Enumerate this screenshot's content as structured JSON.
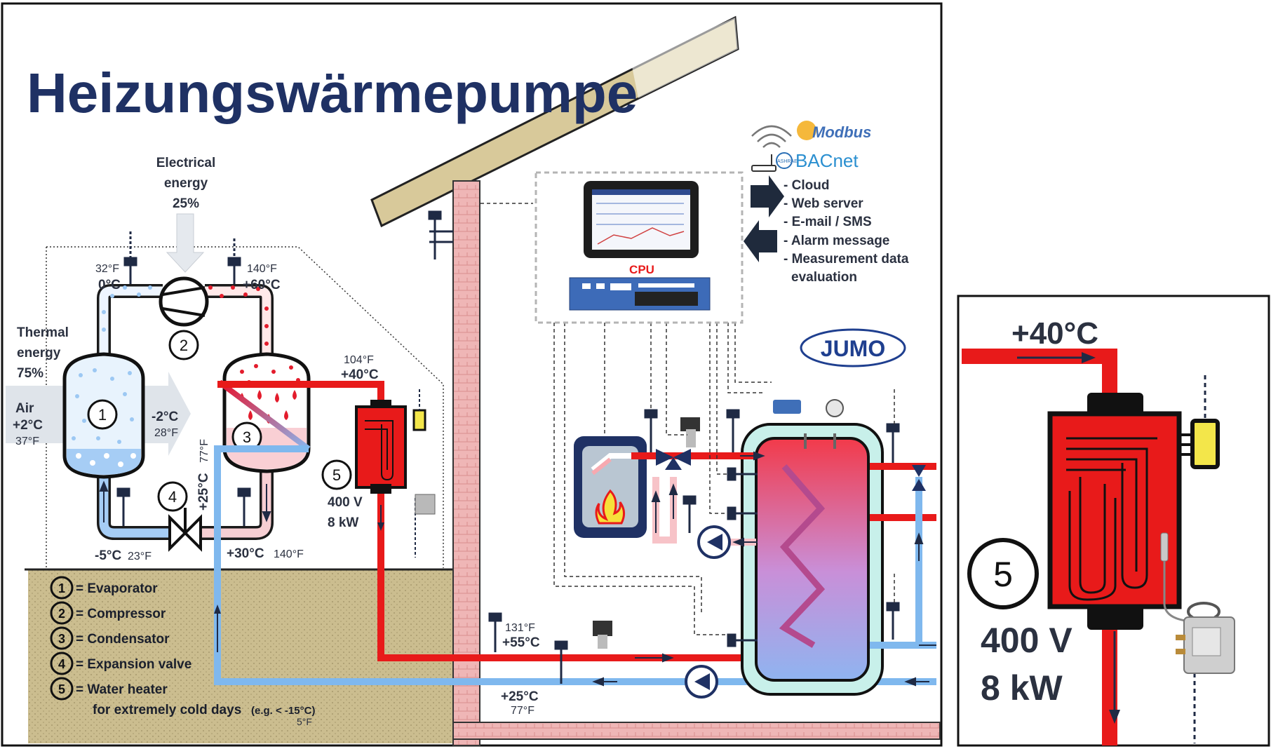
{
  "title": "Heizungswärmepumpe",
  "electrical": {
    "line1": "Electrical",
    "line2": "energy",
    "pct": "25%"
  },
  "thermal": {
    "line1": "Thermal",
    "line2": "energy",
    "pct": "75%"
  },
  "air": {
    "label": "Air",
    "temp_c": "+2°C",
    "temp_f": "37°F"
  },
  "readings": {
    "evap_in_f": "32°F",
    "evap_in_c": "0°C",
    "comp_out_f": "140°F",
    "comp_out_c": "+60°C",
    "evap_mid_c": "-2°C",
    "evap_mid_f": "28°F",
    "exp_out_c": "-5°C",
    "exp_out_f": "23°F",
    "cond_out_c": "+30°C",
    "cond_out_f": "140°F",
    "return_c": "+25°C",
    "return_f": "77°F",
    "flow_f": "104°F",
    "flow_c": "+40°C",
    "supply_f": "131°F",
    "supply_c": "+55°C",
    "bottom_c": "+25°C",
    "bottom_f": "77°F"
  },
  "heater": {
    "number": "5",
    "voltage": "400 V",
    "power": "8 kW"
  },
  "numbers": [
    "1",
    "2",
    "3",
    "4",
    "5"
  ],
  "legend": [
    {
      "num": "1",
      "text": "= Evaporator"
    },
    {
      "num": "2",
      "text": "= Compressor"
    },
    {
      "num": "3",
      "text": "= Condensator"
    },
    {
      "num": "4",
      "text": "= Expansion valve"
    },
    {
      "num": "5",
      "text": "= Water heater"
    }
  ],
  "legend_note": {
    "text": "for extremely cold days",
    "example": "(e.g. < -15°C)",
    "example_f": "5°F"
  },
  "comm": {
    "modbus": "Modbus",
    "bacnet": "BACnet",
    "ashrae": "ASHRAE",
    "cpu": "CPU"
  },
  "services": [
    "- Cloud",
    "- Web server",
    "- E-mail / SMS",
    "- Alarm message",
    "- Measurement data",
    "evaluation"
  ],
  "brand": "JUMO",
  "zoom": {
    "temp": "+40°C",
    "number": "5",
    "voltage": "400 V",
    "power": "8 kW"
  },
  "colors": {
    "title": "#1f3164",
    "hot": "#ee1c1c",
    "cold": "#7fb8ee",
    "ground": "#c8b98a",
    "wall": "#e7a7a7"
  }
}
